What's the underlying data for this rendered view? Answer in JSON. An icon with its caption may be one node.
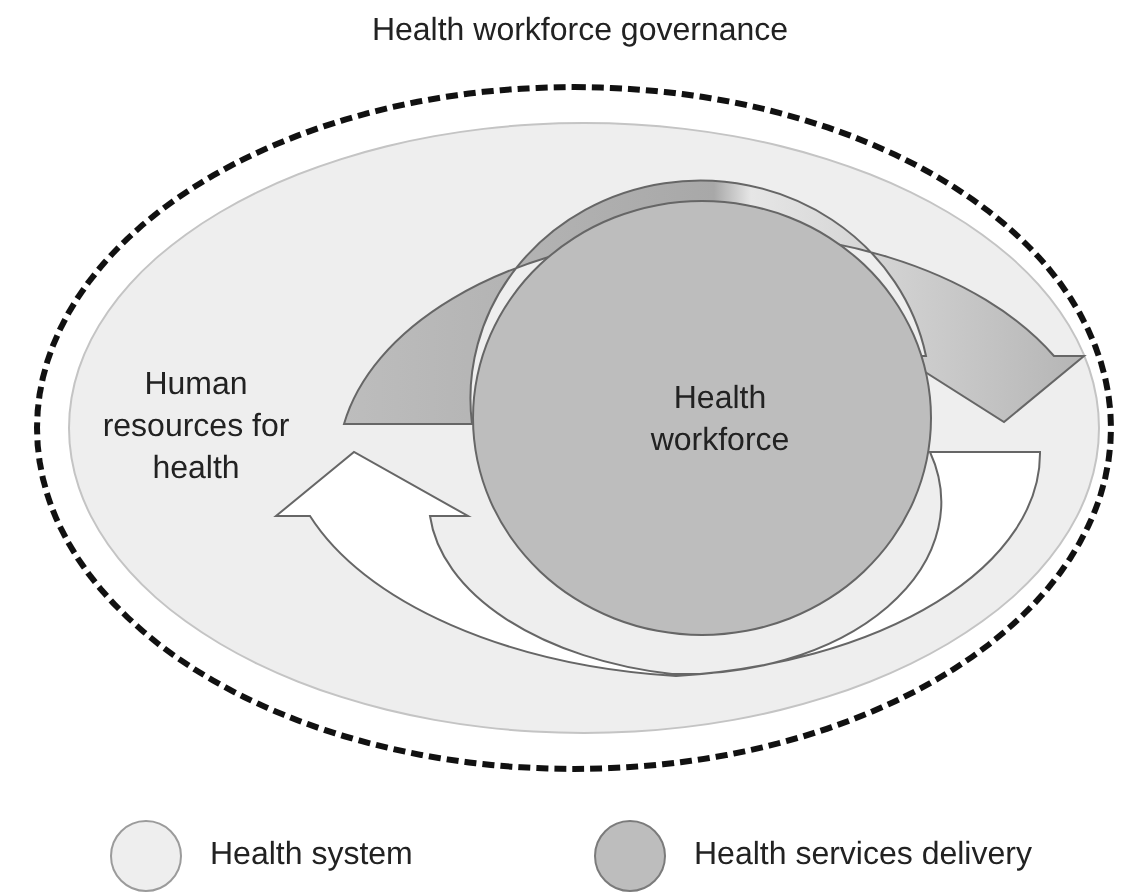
{
  "diagram": {
    "nodes": [
      {
        "text": [
          "Health workforce governance"
        ]
      },
      {
        "text": [
          "Human resources for health"
        ],
        "in": 0
      },
      {
        "text": [
          "Health workforce"
        ],
        "in": 1
      }
    ],
    "legend": [
      {
        "text": "Health system",
        "color": "#eeeeee"
      },
      {
        "text": "Health services delivery",
        "color": "#bdbdbd"
      }
    ]
  }
}
